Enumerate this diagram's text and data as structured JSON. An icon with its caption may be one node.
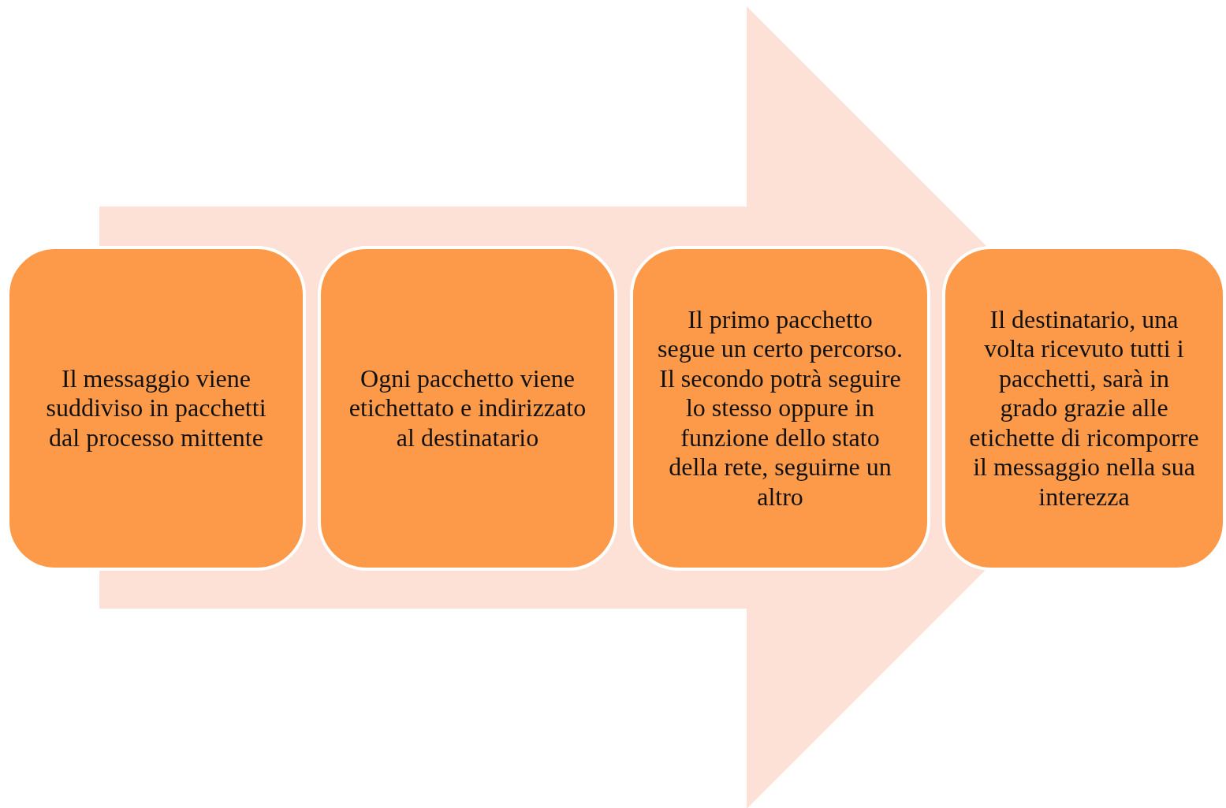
{
  "diagram": {
    "nodes": [
      {
        "text": [
          "Il messaggio viene suddiviso in pacchetti dal processo mittente"
        ]
      },
      {
        "text": [
          "Ogni pacchetto viene etichettato e indirizzato al destinatario"
        ]
      },
      {
        "text": [
          "Il primo pacchetto segue un certo percorso. Il secondo potrà seguire lo stesso oppure in funzione dello stato della rete, seguirne un altro"
        ]
      },
      {
        "text": [
          "Il destinatario, una volta ricevuto tutti i pacchetti, sarà in grado grazie alle etichette di ricomporre il messaggio nella sua interezza"
        ]
      }
    ],
    "edges": [
      {
        "from": 0,
        "to": 3,
        "arrow": "to"
      }
    ]
  }
}
